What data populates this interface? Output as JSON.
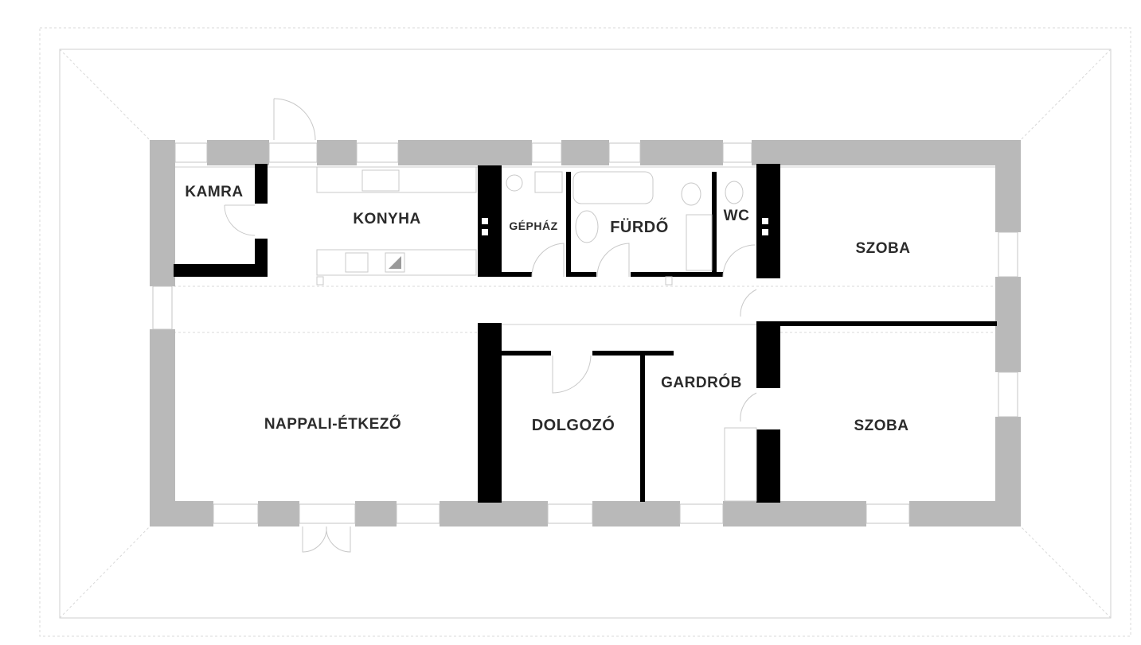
{
  "rooms": {
    "kamra": "KAMRA",
    "konyha": "KONYHA",
    "gephaz": "GÉPHÁZ",
    "furdo": "FÜRDŐ",
    "wc": "WC",
    "szoba_upper": "SZOBA",
    "nappali": "NAPPALI-ÉTKEZŐ",
    "dolgozo": "DOLGOZÓ",
    "gardrob": "GARDRÓB",
    "szoba_lower": "SZOBA"
  },
  "colors": {
    "outer_wall": "#b9b9b9",
    "inner_wall": "#000000",
    "label": "#2b2b2b",
    "background": "#ffffff"
  }
}
